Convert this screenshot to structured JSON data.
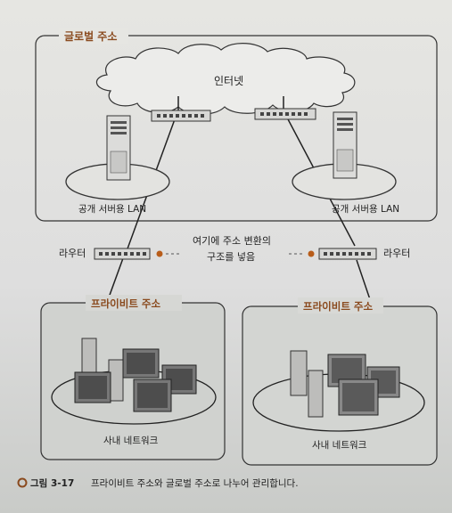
{
  "diagram": {
    "global_box_label": "글로벌 주소",
    "internet_label": "인터넷",
    "public_lan_left": "공개 서버용 LAN",
    "public_lan_right": "공개 서버용 LAN",
    "router_left_label": "라우터",
    "router_right_label": "라우터",
    "note_line1": "여기에 주소 변환의",
    "note_line2": "구조를 넣음",
    "private_left_label": "프라이비트 주소",
    "private_right_label": "프라이비트 주소",
    "lan_left_label": "사내 네트워크",
    "lan_right_label": "사내 네트워크"
  },
  "caption": {
    "figure_number": "그림 3-17",
    "text": "프라이비트 주소와 글로벌 주소로 나누어 관리합니다."
  },
  "colors": {
    "accent": "#8a4a1e",
    "line": "#222222"
  }
}
